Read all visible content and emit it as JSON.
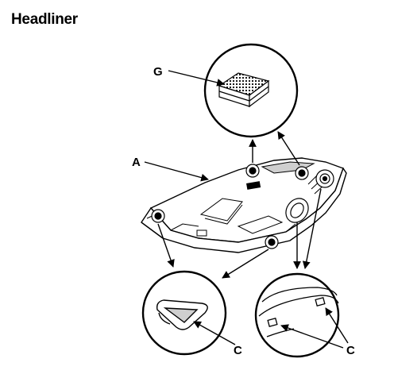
{
  "title": "Headliner",
  "callouts": {
    "g": "G",
    "a": "A",
    "c_left": "C",
    "c_right": "C"
  },
  "colors": {
    "ink": "#000000",
    "paper": "#ffffff",
    "shade": "#cfcfcf"
  }
}
